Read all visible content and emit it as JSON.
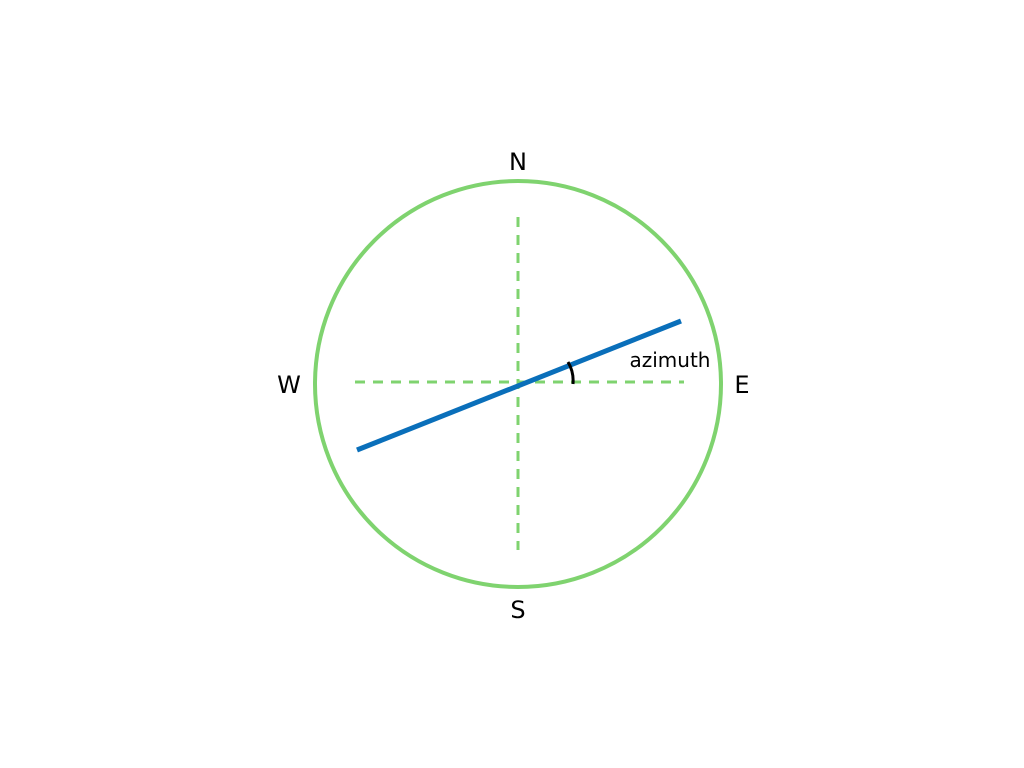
{
  "diagram": {
    "labels": {
      "north": "N",
      "south": "S",
      "east": "E",
      "west": "W",
      "angle": "azimuth"
    },
    "colors": {
      "circle": "#7fd36f",
      "axes": "#7fd36f",
      "strike_line": "#0a6fba",
      "angle_arc": "#000000",
      "text": "#000000"
    }
  }
}
